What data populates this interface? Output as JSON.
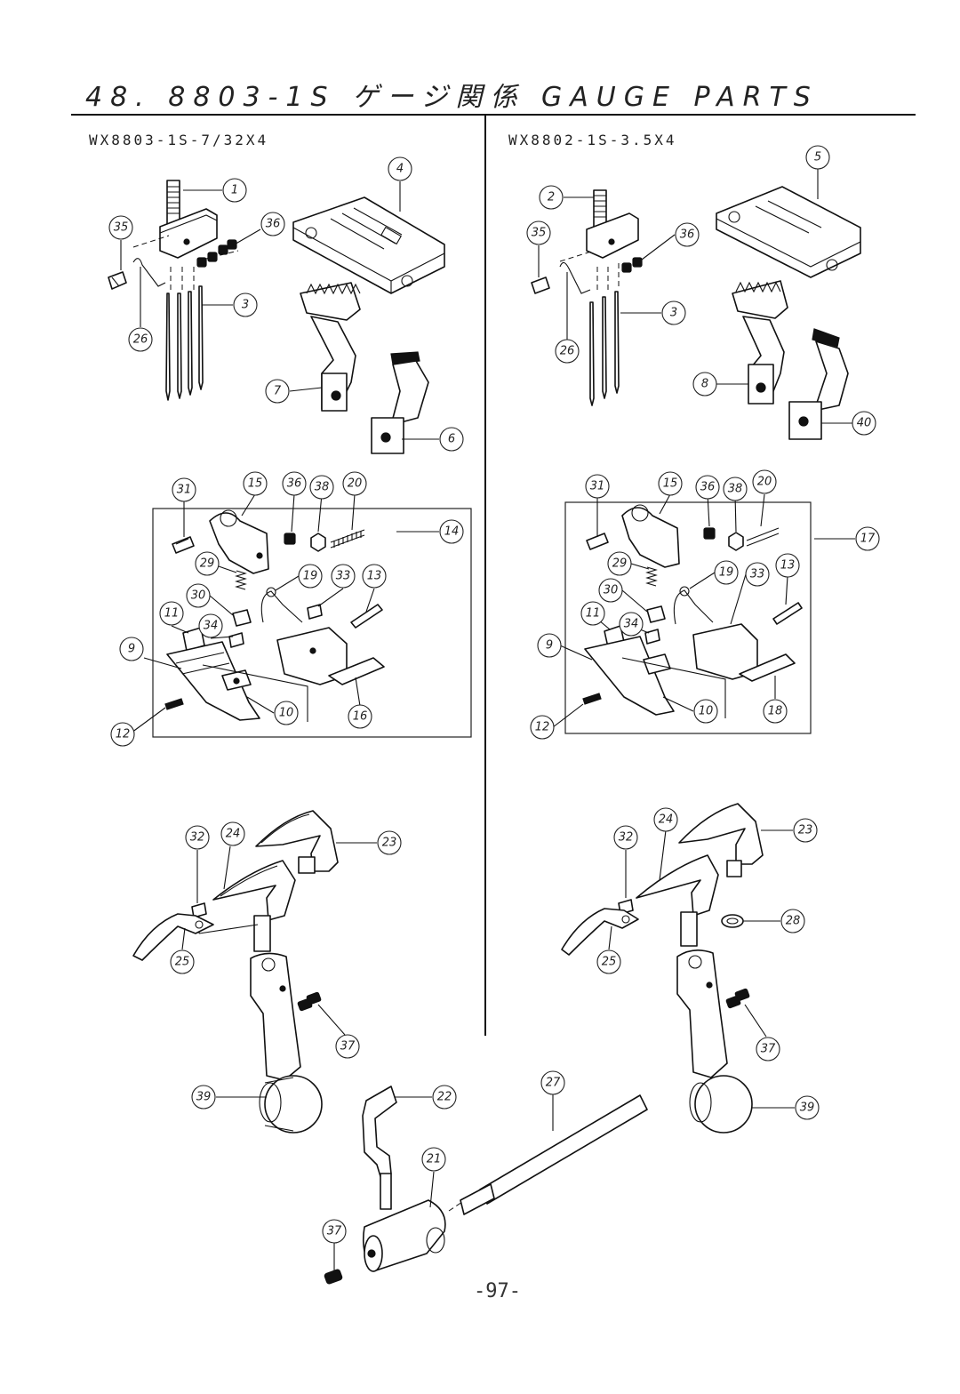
{
  "header": {
    "title": "48. 8803-1S ゲージ関係 GAUGE PARTS"
  },
  "left_panel": {
    "model": "WX8803-1S-7/32X4"
  },
  "right_panel": {
    "model": "WX8802-1S-3.5X4"
  },
  "page_number": "-97-",
  "callouts": {
    "l1": "1",
    "l35": "35",
    "l36a": "36",
    "l3": "3",
    "l26": "26",
    "l4": "4",
    "l7": "7",
    "l6": "6",
    "l31": "31",
    "l15": "15",
    "l36b": "36",
    "l38": "38",
    "l20": "20",
    "l14": "14",
    "l29": "29",
    "l19": "19",
    "l33": "33",
    "l13": "13",
    "l30": "30",
    "l11": "11",
    "l34": "34",
    "l9": "9",
    "l10": "10",
    "l16": "16",
    "l12": "12",
    "l32": "32",
    "l24": "24",
    "l23": "23",
    "l25": "25",
    "l37a": "37",
    "l39": "39",
    "c22": "22",
    "c27": "27",
    "c21": "21",
    "c37": "37",
    "r2": "2",
    "r5": "5",
    "r35": "35",
    "r36a": "36",
    "r3": "3",
    "r26": "26",
    "r8": "8",
    "r40": "40",
    "r31": "31",
    "r15": "15",
    "r36b": "36",
    "r38": "38",
    "r20": "20",
    "r17": "17",
    "r29": "29",
    "r19": "19",
    "r33": "33",
    "r13": "13",
    "r30": "30",
    "r11": "11",
    "r34": "34",
    "r9": "9",
    "r10": "10",
    "r18": "18",
    "r12": "12",
    "r32": "32",
    "r24": "24",
    "r23": "23",
    "r28": "28",
    "r25": "25",
    "r37": "37",
    "r39": "39"
  }
}
